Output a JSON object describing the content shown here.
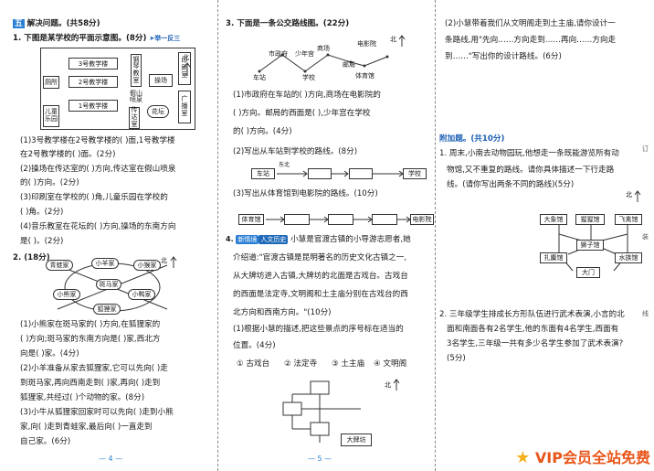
{
  "col1": {
    "section_label": "五",
    "section_title": "解决问题。(共58分)",
    "q1_title": "1. 下图是某学校的平面示意图。(8分)",
    "q1_tag": "➤举一反三",
    "map": {
      "building3": "3号教学楼",
      "building2": "2号教学楼",
      "building1": "1号教学楼",
      "toilet": "厕所",
      "kindergarten": "儿童乐园",
      "piano": "钢琴教室",
      "fountain": "假山喷泉",
      "playground": "操场",
      "print": "印刷室",
      "broadcast": "广播室",
      "garden": "花坛",
      "mailroom": "传达室",
      "north": "北"
    },
    "q1_lines": [
      "(1)3号教学楼在2号教学楼的(     )面,1号教学楼",
      "在2号教学楼的(     )面。(2分)",
      "(2)操场在传达室的(     )方向,传达室在假山喷泉",
      "的(     )方向。(2分)",
      "(3)印刷室在学校的(     )角,儿童乐园在学校的",
      "(     )角。(2分)",
      "(4)音乐教室在花坛的(     )方向,操场的东南方向",
      "是(     )。(2分)"
    ],
    "q2_title": "2. (18分)",
    "q2_map": {
      "frog": "青蛙家",
      "sheep": "小羊家",
      "monkey": "小猴家",
      "zebra": "斑马家",
      "bear": "小熊家",
      "duck": "小鸭家",
      "fox": "狐狸家",
      "north": "北"
    },
    "q2_lines": [
      "(1)小熊家在斑马家的(     )方向,在狐狸家的",
      "(     )方向;斑马家的东南方向是(     )家,西北方",
      "向是(     )家。(4分)",
      "(2)小羊准备从家去狐狸家,它可以先向(     )走",
      "到斑马家,再向西南走到(     )家,再向(     )走到",
      "狐狸家,共经过(     )个动物的家。(8分)",
      "(3)小牛从狐狸家回家时可以先向(     )走到小熊",
      "家,向(     )走到青蛙家,最后向(     )一直走到",
      "自己家。(6分)"
    ],
    "page": "— 4 —"
  },
  "col2": {
    "q3_title": "3. 下面是一条公交路线图。(22分)",
    "bus_map": {
      "gov": "市政府",
      "youth": "少年宫",
      "mall": "商场",
      "cinema": "电影院",
      "station": "车站",
      "school": "学校",
      "post": "邮局",
      "sport": "体育馆",
      "north": "北"
    },
    "q3_lines": [
      "(1)市政府在车站的(     )方向,商场在电影院的",
      "(     )方向。邮局的西面是(     ),少年宫在学校",
      "的(     )方向。(4分)",
      "(2)写出从车站到学校的路线。(8分)"
    ],
    "route1": {
      "start": "车站",
      "end": "学校",
      "hint": "东北"
    },
    "q3_line3": "(3)写出从体育馆到电影院的路线。(10分)",
    "route2": {
      "start": "体育馆",
      "end": "电影院"
    },
    "q4_tag": "新情境",
    "q4_tag2": "人文历史",
    "q4_lines": [
      "4. 小慧是官渡古镇的小导游志愿者,她",
      "介绍道:\"官渡古镇是昆明著名的历史文化古镇之一,",
      "从大牌坊进入古镇,大牌坊的北面是古戏台。古戏台",
      "的西面是法定寺,文明阁和土主庙分别在古戏台的西",
      "北方向和西南方向。\"(10分)",
      "(1)根据小慧的描述,把这些景点的序号标在适当的",
      "位置。(4分)"
    ],
    "options": [
      "① 古戏台",
      "② 法定寺",
      "③ 土主庙",
      "④ 文明阁"
    ],
    "gate": "大牌坊",
    "north": "北",
    "page": "— 5 —"
  },
  "col3": {
    "q4_2_lines": [
      "(2)小慧带着我们从文明阁走到土主庙,请你设计一",
      "条路线,用\"先向……方向走到……再向……方向走",
      "到……\"写出你的设计路线。(6分)"
    ],
    "extra_title": "附加题。(共10分)",
    "e1_lines": [
      "1. 周末,小南去动物园玩,他想走一条既能游览所有动",
      "物馆,又不重复的路线。请你具体描述一下行走路",
      "线。(请你写出两条不同的路线)(5分)"
    ],
    "zoo": {
      "elephant": "大象馆",
      "panda": "猩猩馆",
      "bird": "飞禽馆",
      "lion": "狮子馆",
      "deer": "扎麋馆",
      "aqua": "水族馆",
      "gate": "大门",
      "north": "北"
    },
    "e2_lines": [
      "2. 三年级学生排成长方形队伍进行武术表演,小言的北",
      "面和南面各有2名学生,他的东面有4名学生,西面有",
      "3名学生,三年级一共有多少名学生参加了武术表演?",
      "(5分)"
    ],
    "side_marks": [
      "订",
      "装",
      "线"
    ],
    "watermark": "VIP会员全站免费"
  }
}
